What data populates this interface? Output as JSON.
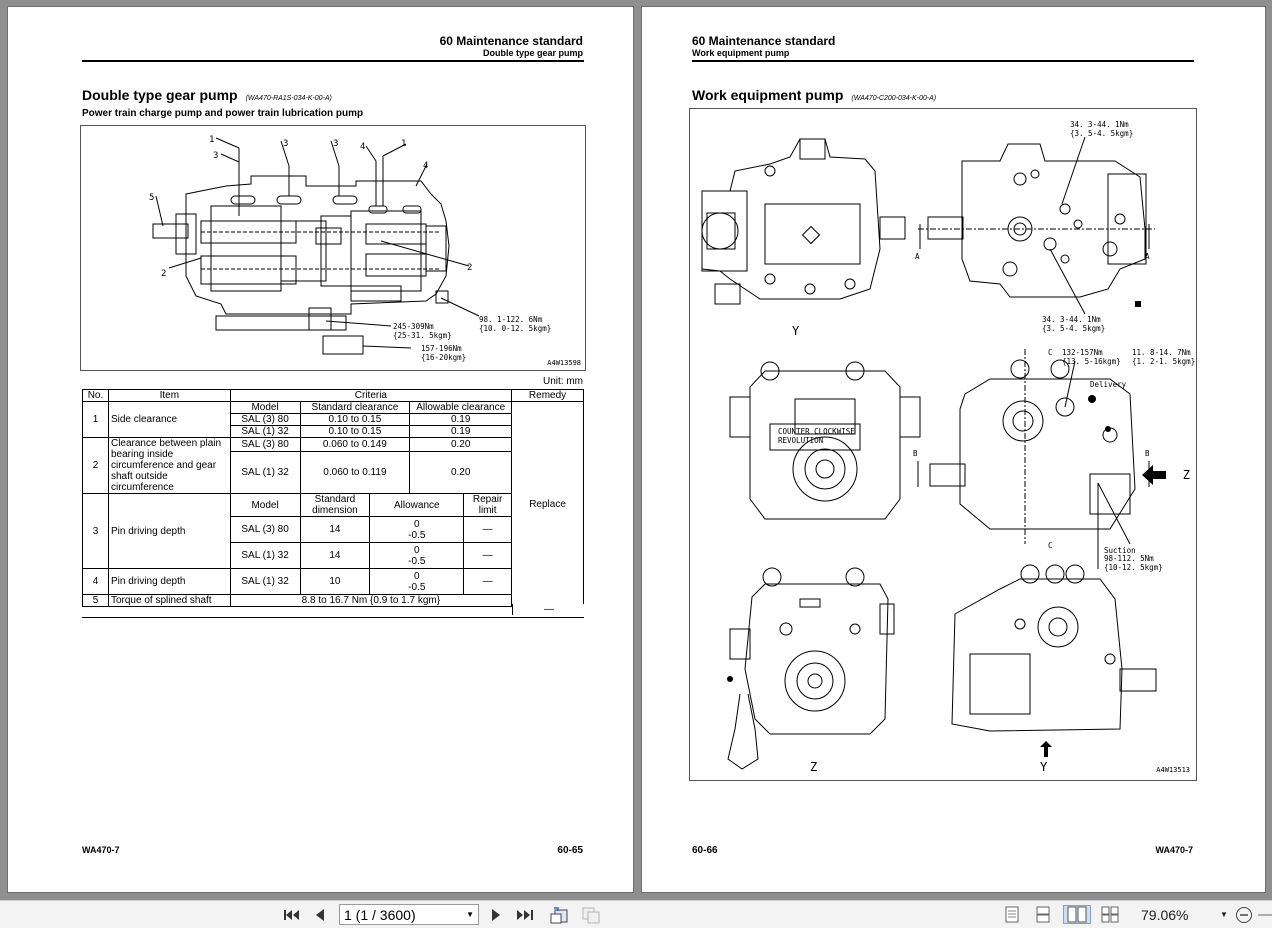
{
  "left_page": {
    "header_title": "60 Maintenance standard",
    "header_sub": "Double type gear pump",
    "title": "Double type gear pump",
    "title_code": "(WA470-RA1S-034-K-00-A)",
    "subtitle": "Power train charge pump and power train lubrication pump",
    "figure_code": "A4W13598",
    "figure_callouts": [
      "1",
      "3",
      "3",
      "3",
      "4",
      "1",
      "4",
      "5",
      "2",
      "2"
    ],
    "figure_torques": [
      "98. 1-122. 6Nm",
      "{10. 0-12. 5kgm}",
      "245-309Nm",
      "{25-31. 5kgm}",
      "157-196Nm",
      "{16-20kgm}"
    ],
    "unit": "Unit: mm",
    "table": {
      "h_no": "No.",
      "h_item": "Item",
      "h_criteria": "Criteria",
      "h_remedy": "Remedy",
      "h_model": "Model",
      "h_std_clear": "Standard clearance",
      "h_allow_clear": "Allowable clearance",
      "r1_no": "1",
      "r1_item": "Side clearance",
      "r1a_model": "SAL (3) 80",
      "r1a_std": "0.10 to 0.15",
      "r1a_allow": "0.19",
      "r1b_model": "SAL (1) 32",
      "r1b_std": "0.10 to 0.15",
      "r1b_allow": "0.19",
      "r2_no": "2",
      "r2_item": "Clearance between plain bearing inside circumference and gear shaft outside circumference",
      "r2a_model": "SAL (3) 80",
      "r2a_std": "0.060 to 0.149",
      "r2a_allow": "0.20",
      "r2b_model": "SAL (1) 32",
      "r2b_std": "0.060 to 0.119",
      "r2b_allow": "0.20",
      "h2_model": "Model",
      "h2_std_dim": "Standard dimension",
      "h2_allowance": "Allowance",
      "h2_repair": "Repair limit",
      "r3_no": "3",
      "r3_item": "Pin driving depth",
      "r3a_model": "SAL (3) 80",
      "r3a_std": "14",
      "r3a_allow_top": "0",
      "r3a_allow_bot": "-0.5",
      "r3a_repair": "—",
      "r3b_model": "SAL (1) 32",
      "r3b_std": "14",
      "r3b_allow_top": "0",
      "r3b_allow_bot": "-0.5",
      "r3b_repair": "—",
      "r4_no": "4",
      "r4_item": "Pin driving depth",
      "r4_model": "SAL (1) 32",
      "r4_std": "10",
      "r4_allow_top": "0",
      "r4_allow_bot": "-0.5",
      "r4_repair": "—",
      "r5_no": "5",
      "r5_item": "Torque of splined shaft",
      "r5_value": "8.8 to 16.7 Nm {0.9 to 1.7 kgm}",
      "r5_remedy": "—",
      "remedy_replace": "Replace"
    },
    "footer_model": "WA470-7",
    "footer_page": "60-65"
  },
  "right_page": {
    "header_title": "60 Maintenance standard",
    "header_sub": "Work equipment pump",
    "title": "Work equipment pump",
    "title_code": "(WA470-C200-034-K-00-A)",
    "figure_code": "A4W13513",
    "labels": {
      "tq1a": "34. 3-44. 1Nm",
      "tq1b": "{3. 5-4. 5kgm}",
      "tq2a": "34. 3-44. 1Nm",
      "tq2b": "{3. 5-4. 5kgm}",
      "tq3a": "132-157Nm",
      "tq3b": "{13. 5-16kgm}",
      "tq4a": "11. 8-14. 7Nm",
      "tq4b": "{1. 2-1. 5kgm}",
      "tq5a": "98-112. 5Nm",
      "tq5b": "{10-12. 5kgm}",
      "delivery": "Delivery",
      "suction": "Suction",
      "rot1": "COUNTER CLOCKWISE",
      "rot2": "REVOLUTION",
      "a": "A",
      "b": "B",
      "c": "C",
      "y": "Y",
      "z": "Z"
    },
    "footer_page": "60-66",
    "footer_model": "WA470-7"
  },
  "toolbar": {
    "page_value": "1 (1 / 3600)",
    "zoom": "79.06%"
  }
}
